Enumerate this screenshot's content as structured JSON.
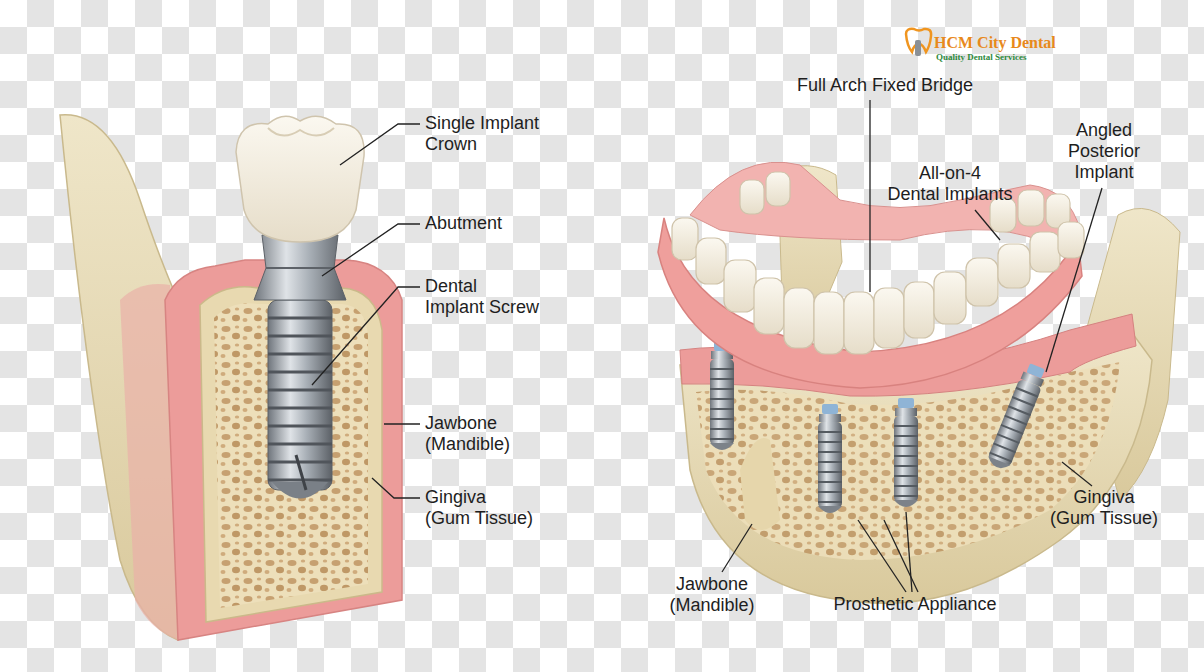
{
  "diagram": {
    "labels": [
      "HCM City Dental",
      "Quality Dental Services",
      "Full Arch Fixed Bridge",
      "Single Implant Crown",
      "Abutment",
      "Dental Implant Screw",
      "Jawbone (Mandible)",
      "Gingiva (Gum Tissue)",
      "All-on-4 Dental Implants",
      "Angled Posterior Implant",
      "Gingiva (Gum Tissue)",
      "Jawbone (Mandible)",
      "Prosthetic Appliance"
    ]
  }
}
